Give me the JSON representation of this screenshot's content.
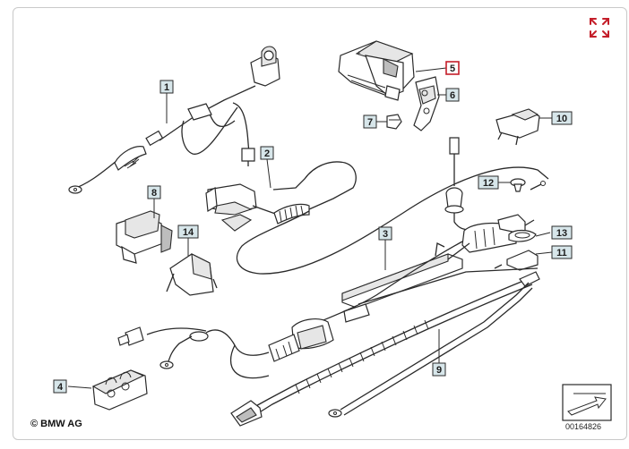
{
  "callouts": [
    {
      "id": "c1",
      "label": "1",
      "highlighted": false
    },
    {
      "id": "c2",
      "label": "2",
      "highlighted": false
    },
    {
      "id": "c3",
      "label": "3",
      "highlighted": false
    },
    {
      "id": "c4",
      "label": "4",
      "highlighted": false
    },
    {
      "id": "c5",
      "label": "5",
      "highlighted": true
    },
    {
      "id": "c6",
      "label": "6",
      "highlighted": false
    },
    {
      "id": "c7",
      "label": "7",
      "highlighted": false
    },
    {
      "id": "c8",
      "label": "8",
      "highlighted": false
    },
    {
      "id": "c9",
      "label": "9",
      "highlighted": false
    },
    {
      "id": "c10",
      "label": "10",
      "highlighted": false
    },
    {
      "id": "c11",
      "label": "11",
      "highlighted": false
    },
    {
      "id": "c12",
      "label": "12",
      "highlighted": false
    },
    {
      "id": "c13",
      "label": "13",
      "highlighted": false
    },
    {
      "id": "c14",
      "label": "14",
      "highlighted": false
    }
  ],
  "copyright": "© BMW AG",
  "diagram_number": "00164826",
  "colors": {
    "highlight": "#c41e2a",
    "callout_fill": "#d7e6ea",
    "expand_icon": "#c41e2a"
  },
  "icons": {
    "expand": "expand-icon",
    "orientation": "arrow-orientation-icon"
  }
}
